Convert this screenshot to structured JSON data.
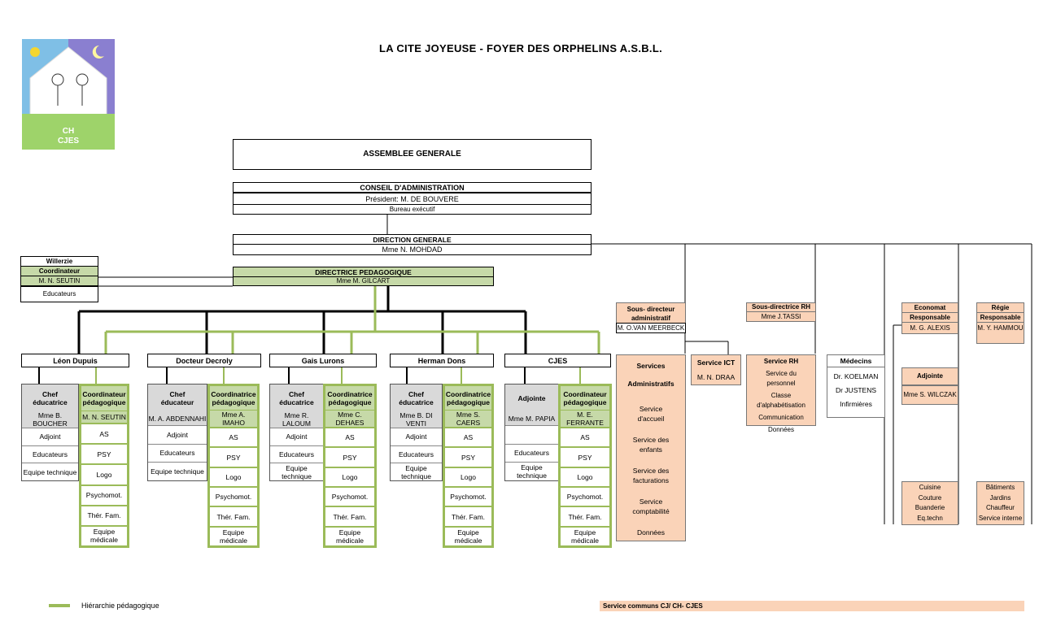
{
  "title": "LA CITE JOYEUSE - FOYER DES ORPHELINS   A.S.B.L.",
  "logo": {
    "line1": "CH",
    "line2": "CJES",
    "colors": {
      "sky": "#7fbfe6",
      "night": "#8a7fd0",
      "grass": "#9ed36a",
      "house": "#ffffff"
    }
  },
  "assemblee": "ASSEMBLEE GENERALE",
  "conseil": {
    "title": "CONSEIL D'ADMINISTRATION",
    "president": "Président: M. DE BOUVERE",
    "bureau": "Bureau exécutif"
  },
  "direction": {
    "title": "DIRECTION GENERALE",
    "name": "Mme N. MOHDAD"
  },
  "directrice": {
    "title": "DIRECTRICE PEDAGOGIQUE",
    "name": "Mme M. GILCART"
  },
  "willerzie": {
    "title": "Willerzie",
    "role": "Coordinateur",
    "name": "M. N. SEUTIN",
    "staff": "Educateurs"
  },
  "units": [
    {
      "name": "Léon Dupuis",
      "chef": [
        "Chef\néducatrice",
        "Mme B. BOUCHER",
        "Adjoint",
        "Educateurs",
        "Equipe technique"
      ],
      "coord": [
        "Coordinateur\npédagogique",
        "M. N. SEUTIN",
        "AS",
        "PSY",
        "Logo",
        "Psychomot.",
        "Thér. Fam.",
        "Equipe\nmédicale"
      ]
    },
    {
      "name": "Docteur Decroly",
      "chef": [
        "Chef\néducateur",
        "M. A. ABDENNAHI",
        "Adjoint",
        "Educateurs",
        "Equipe technique"
      ],
      "coord": [
        "Coordinatrice\npédagogique",
        "Mme A. IMAHO",
        "AS",
        "PSY",
        "Logo",
        "Psychomot.",
        "Thér. Fam.",
        "Equipe\nmédicale"
      ]
    },
    {
      "name": "Gais Lurons",
      "chef": [
        "Chef\néducatrice",
        "Mme R. LALOUM",
        "Adjoint",
        "Educateurs",
        "Equipe technique"
      ],
      "coord": [
        "Coordinatrice\npédagogique",
        "Mme C. DEHAES",
        "AS",
        "PSY",
        "Logo",
        "Psychomot.",
        "Thér. Fam.",
        "Equipe\nmédicale"
      ]
    },
    {
      "name": "Herman Dons",
      "chef": [
        "Chef\néducatrice",
        "Mme B. DI VENTI",
        "Adjoint",
        "Educateurs",
        "Equipe technique"
      ],
      "coord": [
        "Coordinatrice\npédagogique",
        "Mme S. CAERS",
        "AS",
        "PSY",
        "Logo",
        "Psychomot.",
        "Thér. Fam.",
        "Equipe\nmédicale"
      ]
    },
    {
      "name": "CJES",
      "chef": [
        "Adjointe",
        "Mme M. PAPIA",
        "",
        "Educateurs",
        "Equipe technique"
      ],
      "coord": [
        "Coordinateur\npédagogique",
        "M. E. FERRANTE",
        "AS",
        "PSY",
        "Logo",
        "Psychomot.",
        "Thér. Fam.",
        "Equipe\nmédicale"
      ]
    }
  ],
  "sous_directeur": {
    "title": "Sous- directeur\nadministratif",
    "name": "M. O.VAN MEERBECK"
  },
  "services_admin": {
    "title": "Services\nAdministratifs",
    "items": [
      "Service\nd'accueil",
      "Service des\nenfants",
      "Service des\nfacturations",
      "Service\ncomptabilité",
      "Données"
    ]
  },
  "service_ict": {
    "title": "Service ICT",
    "name": "M. N. DRAA"
  },
  "sous_directrice_rh": {
    "title": "Sous-directrice RH",
    "name": "Mme J.TASSI"
  },
  "service_rh": {
    "title": "Service RH",
    "items": [
      "Service du\npersonnel",
      "Classe d'alphabétisation",
      "Communication",
      "Données"
    ]
  },
  "medecins": {
    "title": "Médecins",
    "items": [
      "Dr. KOELMAN",
      "Dr JUSTENS",
      "Infirmières"
    ]
  },
  "economat": {
    "title": "Economat",
    "role": "Responsable",
    "name": "M. G. ALEXIS",
    "adjointe_title": "Adjointe",
    "adjointe_name": "Mme S. WILCZAK",
    "items": [
      "Cuisine",
      "Couture",
      "Buanderie",
      "Eq.techn"
    ]
  },
  "regie": {
    "title": "Régie",
    "role": "Responsable",
    "name": "M. Y. HAMMOU",
    "items": [
      "Bâtiments",
      "Jardins",
      "Chauffeur",
      "Service interne"
    ]
  },
  "legend": {
    "label": "Hiérarchie pédagogique",
    "color": "#9bbb59"
  },
  "footer": "Service communs CJ/ CH- CJES",
  "colors": {
    "green_fill": "#c6d9a8",
    "green_line": "#9bbb59",
    "peach": "#fad3b8",
    "grey": "#d9d9d9"
  }
}
